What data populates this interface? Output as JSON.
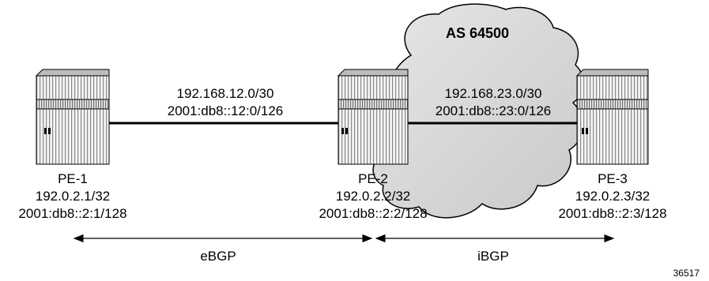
{
  "cloud": {
    "label": "AS 64500"
  },
  "links": [
    {
      "subnet_v4": "192.168.12.0/30",
      "subnet_v6": "2001:db8::12:0/126"
    },
    {
      "subnet_v4": "192.168.23.0/30",
      "subnet_v6": "2001:db8::23:0/126"
    }
  ],
  "nodes": [
    {
      "name": "PE-1",
      "ipv4": "192.0.2.1/32",
      "ipv6": "2001:db8::2:1/128"
    },
    {
      "name": "PE-2",
      "ipv4": "192.0.2.2/32",
      "ipv6": "2001:db8::2:2/128"
    },
    {
      "name": "PE-3",
      "ipv4": "192.0.2.3/32",
      "ipv6": "2001:db8::2:3/128"
    }
  ],
  "sessions": [
    {
      "label": "eBGP"
    },
    {
      "label": "iBGP"
    }
  ],
  "figure_id": "36517"
}
